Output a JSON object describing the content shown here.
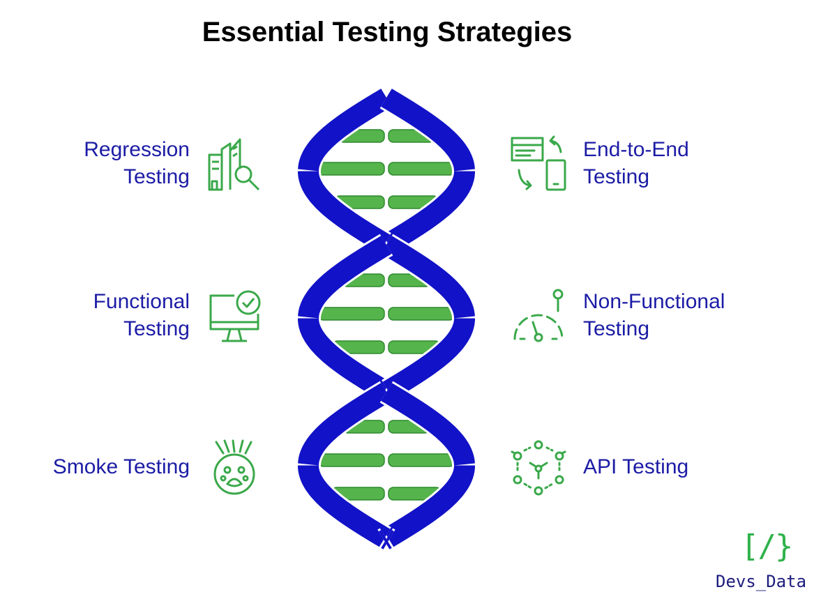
{
  "title": "Essential Testing Strategies",
  "colors": {
    "strand": "#1212c8",
    "rung": "#55b44c",
    "rung_outline": "#2e8a2e",
    "label": "#1c1ca6",
    "icon": "#3aa84a"
  },
  "strategies": {
    "regression": {
      "line1": "Regression",
      "line2": "Testing",
      "icon": "buildings-magnifier-icon"
    },
    "functional": {
      "line1": "Functional",
      "line2": "Testing",
      "icon": "monitor-check-icon"
    },
    "smoke": {
      "line1": "Smoke Testing",
      "icon": "smoke-burst-icon"
    },
    "end_to_end": {
      "line1": "End-to-End",
      "line2": "Testing",
      "icon": "web-mobile-sync-icon"
    },
    "non_functional": {
      "line1": "Non-Functional",
      "line2": "Testing",
      "icon": "speedometer-icon"
    },
    "api": {
      "line1": "API Testing",
      "icon": "network-nodes-icon"
    }
  },
  "logo": {
    "mark": "[/}",
    "text": "Devs_Data"
  }
}
